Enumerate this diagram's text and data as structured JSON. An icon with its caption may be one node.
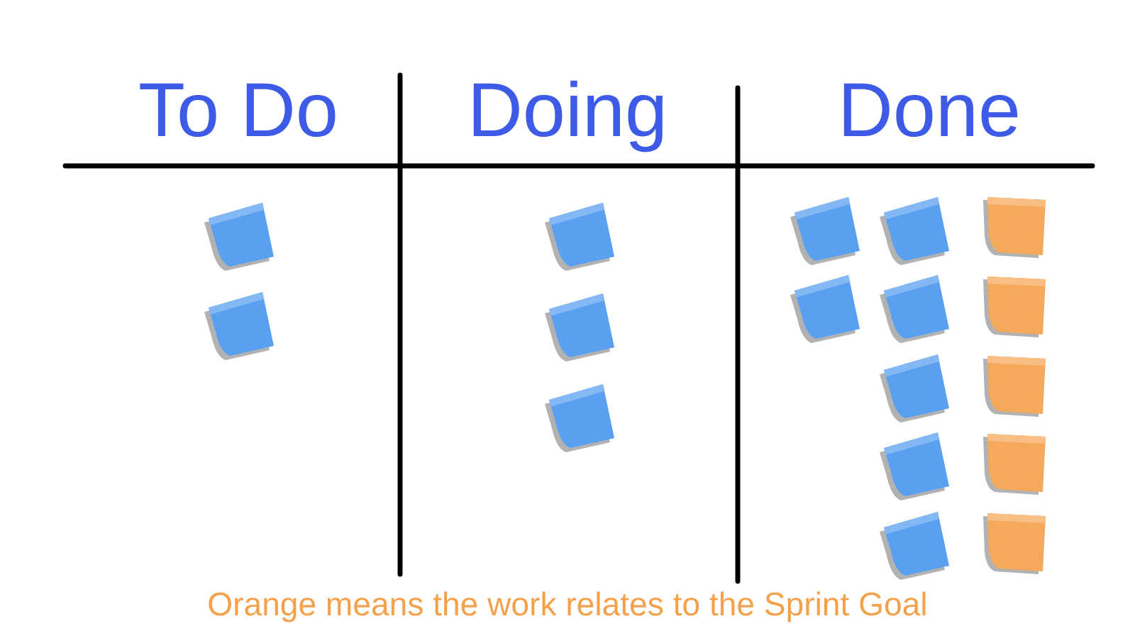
{
  "diagram": {
    "caption": "Orange means the work relates to the Sprint Goal",
    "nodes": [
      {
        "text": [],
        "shape": "note"
      },
      {
        "text": [],
        "shape": "note"
      },
      {
        "text": [],
        "shape": "note"
      },
      {
        "text": [],
        "shape": "note"
      },
      {
        "text": [],
        "shape": "note"
      },
      {
        "text": [],
        "shape": "note"
      },
      {
        "text": [],
        "shape": "note"
      },
      {
        "text": [],
        "shape": "note"
      },
      {
        "text": [],
        "shape": "note"
      },
      {
        "text": [],
        "shape": "note"
      },
      {
        "text": [],
        "shape": "note"
      },
      {
        "text": [],
        "shape": "note"
      },
      {
        "text": [],
        "shape": "note"
      },
      {
        "text": [],
        "shape": "note"
      },
      {
        "text": [],
        "shape": "note"
      },
      {
        "text": [],
        "shape": "note"
      },
      {
        "text": [],
        "shape": "note"
      }
    ],
    "labels": [
      "To Do",
      "Doing",
      "Done"
    ]
  }
}
